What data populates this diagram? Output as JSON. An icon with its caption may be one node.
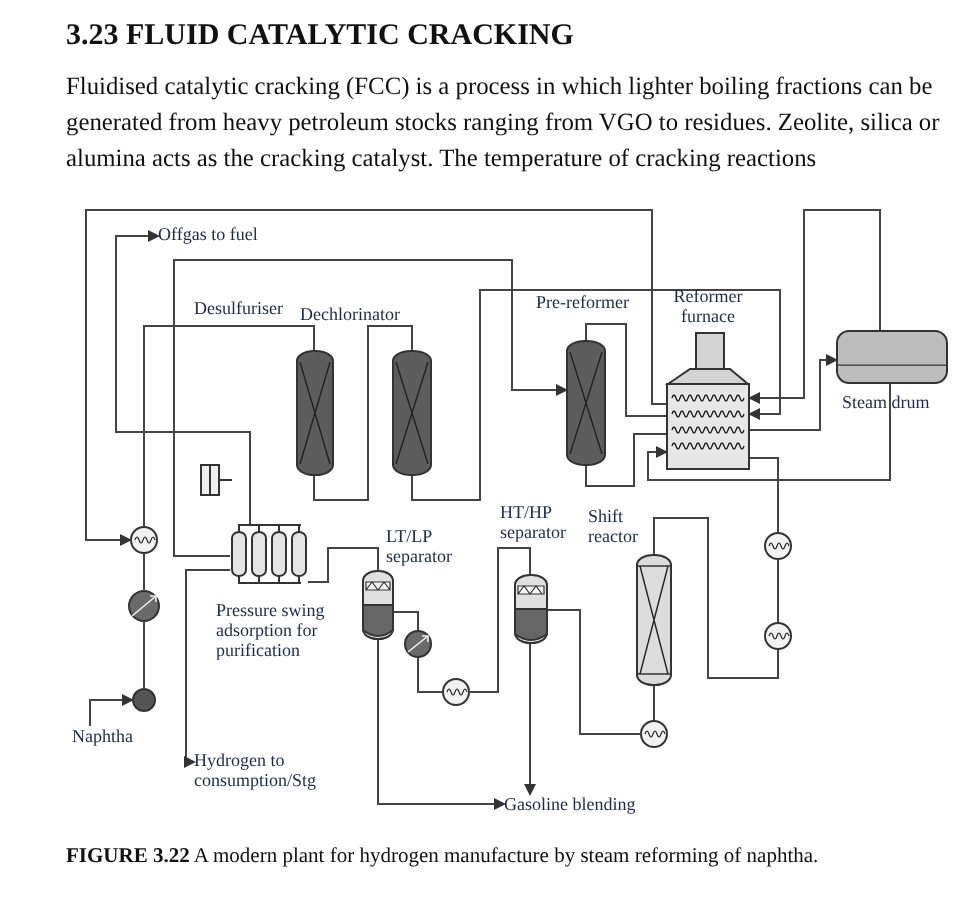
{
  "diagram": {
    "title": "3.23 FLUID CATALYTIC CRACKING",
    "caption": "**FIGURE 3.22** A modern plant for hydrogen manufacture by steam reforming of naphtha.",
    "nodes": [
      {
        "text": [
          "Offgas to fuel"
        ]
      },
      {
        "text": [
          "Desulfuriser"
        ]
      },
      {
        "text": [
          "Dechlorinator"
        ]
      },
      {
        "text": [
          "Pre-reformer"
        ]
      },
      {
        "text": [
          "Reformer furnace"
        ]
      },
      {
        "text": [
          "Steam drum"
        ]
      },
      {
        "text": [],
        "shape": "circle"
      },
      {
        "text": [
          "HT/HP separator"
        ]
      },
      {
        "text": [
          "Shift reactor"
        ]
      },
      {
        "text": [
          "LT/LP separator"
        ]
      },
      {
        "text": [],
        "shape": "circle"
      },
      {
        "text": [
          "Pressure swing adsorption for purification"
        ]
      },
      {
        "text": [],
        "shape": "circle"
      },
      {
        "text": [],
        "shape": "circle"
      },
      {
        "text": [],
        "shape": "circle"
      },
      {
        "text": [],
        "shape": "circle"
      },
      {
        "text": [],
        "shape": "circle"
      },
      {
        "text": [],
        "shape": "circle"
      },
      {
        "text": [
          "Naphtha"
        ]
      },
      {
        "text": [
          "Hydrogen to consumption/Stg"
        ]
      },
      {
        "text": [
          "Gasoline blending"
        ]
      }
    ],
    "edges": [
      {
        "from": 18,
        "to": 16,
        "arrow": "to"
      },
      {
        "from": 16,
        "to": 12,
        "arrow": "none"
      },
      {
        "from": 12,
        "to": 6,
        "arrow": "none"
      },
      {
        "from": 6,
        "to": 1,
        "arrow": "none"
      },
      {
        "from": 1,
        "to": 2,
        "arrow": "none"
      },
      {
        "from": 2,
        "to": 4,
        "arrow": "to"
      },
      {
        "from": 4,
        "to": 3,
        "arrow": "none"
      },
      {
        "from": 3,
        "to": 4,
        "arrow": "none"
      },
      {
        "from": 4,
        "to": 5,
        "arrow": "to"
      },
      {
        "from": 5,
        "to": 4,
        "arrow": "to"
      },
      {
        "from": 5,
        "to": 4,
        "arrow": "to"
      },
      {
        "from": 4,
        "to": 10,
        "arrow": "none"
      },
      {
        "from": 10,
        "to": 14,
        "arrow": "none"
      },
      {
        "from": 14,
        "to": 8,
        "arrow": "none"
      },
      {
        "from": 8,
        "to": 17,
        "arrow": "none"
      },
      {
        "from": 17,
        "to": 7,
        "arrow": "none"
      },
      {
        "from": 7,
        "to": 15,
        "arrow": "none"
      },
      {
        "from": 15,
        "to": 13,
        "arrow": "none"
      },
      {
        "from": 13,
        "to": 9,
        "arrow": "none"
      },
      {
        "from": 9,
        "to": 11,
        "arrow": "none"
      },
      {
        "from": 9,
        "to": 20,
        "arrow": "to"
      },
      {
        "from": 7,
        "to": 20,
        "arrow": "to"
      },
      {
        "from": 11,
        "to": 19,
        "arrow": "to"
      },
      {
        "from": 11,
        "to": 0,
        "arrow": "to"
      },
      {
        "from": 4,
        "to": 6,
        "arrow": "to"
      },
      {
        "from": 11,
        "to": 3,
        "arrow": "to"
      }
    ],
    "labels": [
      "Fluidised catalytic cracking (FCC) is a process in which lighter boiling fractions can be generated from heavy petroleum stocks ranging from VGO to residues. Zeolite, silica or alumina acts as the cracking catalyst. The temperature of cracking reactions"
    ]
  }
}
